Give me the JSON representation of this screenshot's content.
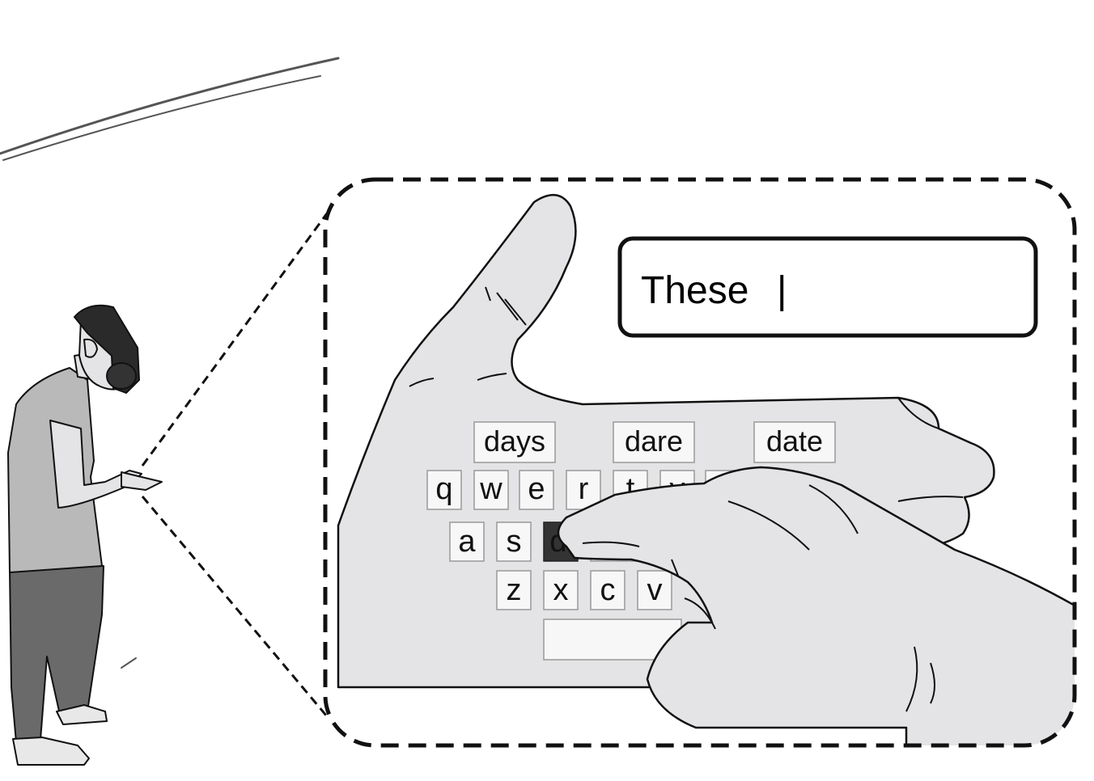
{
  "text_field": {
    "value": "These ",
    "cursor": "|"
  },
  "suggestions": [
    "days",
    "dare",
    "date"
  ],
  "keyboard": {
    "row1": [
      "q",
      "w",
      "e",
      "r",
      "t",
      "y"
    ],
    "row2": [
      "a",
      "s",
      "d"
    ],
    "row3": [
      "z",
      "x",
      "c",
      "v"
    ],
    "pressed_key": "d"
  },
  "colors": {
    "skin": "#e4e4e6",
    "shirt": "#b9b9b9",
    "pants": "#6a6a6a",
    "key_bg": "#f7f7f7",
    "key_pressed": "#333333",
    "outline": "#111111"
  }
}
